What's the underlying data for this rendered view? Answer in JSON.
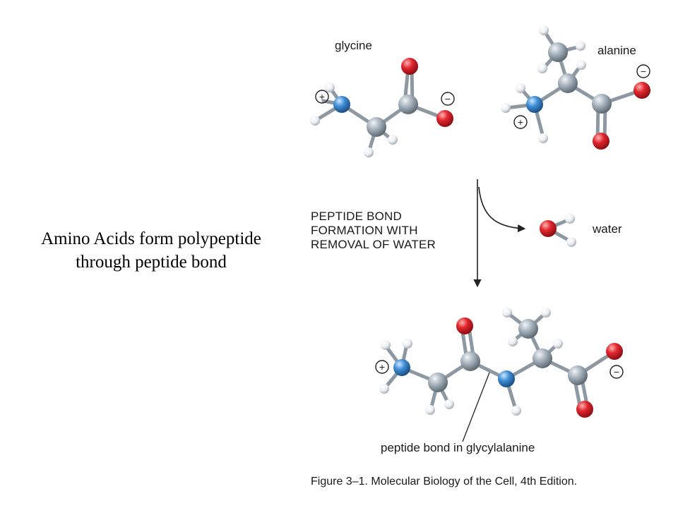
{
  "caption": {
    "line1": "Amino Acids form polypeptide",
    "line2": "through peptide bond"
  },
  "labels": {
    "glycine": "glycine",
    "alanine": "alanine",
    "reaction_line1": "PEPTIDE BOND",
    "reaction_line2": "FORMATION WITH",
    "reaction_line3": "REMOVAL OF WATER",
    "water": "water",
    "peptide_bond": "peptide bond in glycylalanine",
    "figure_caption": "Figure 3–1. Molecular Biology of the Cell, 4th Edition."
  },
  "charges": {
    "plus": "+",
    "minus": "−"
  },
  "colors": {
    "carbon": "#9aa7b1",
    "oxygen": "#d8232a",
    "nitrogen": "#3f8fd6",
    "hydrogen": "#e6e9ec",
    "bond": "#8d98a2"
  }
}
